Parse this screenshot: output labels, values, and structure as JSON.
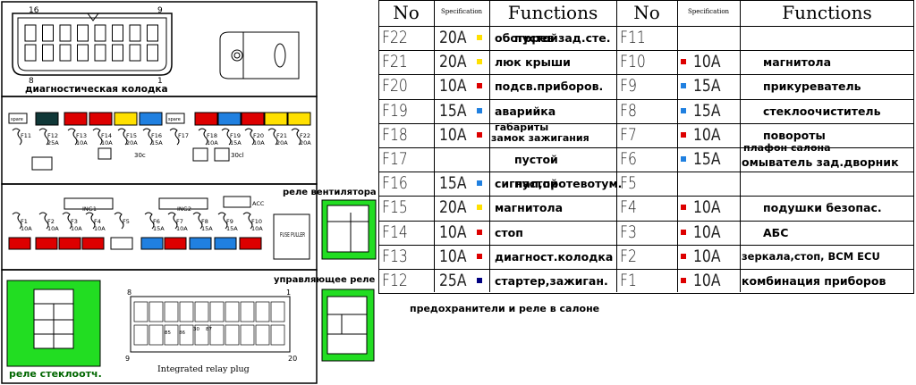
{
  "table": {
    "headers": {
      "no": "No",
      "spec": "Specification",
      "functions": "Functions"
    },
    "rows": [
      {
        "left": {
          "no": "F22",
          "amp": "20A",
          "color": "#ffe000",
          "func": "обогррев зад.сте."
        },
        "right": {
          "no": "F11",
          "amp": "",
          "color": "",
          "func": "пустой"
        }
      },
      {
        "left": {
          "no": "F21",
          "amp": "20A",
          "color": "#ffe000",
          "func": "люк крыши"
        },
        "right": {
          "no": "F10",
          "amp": "10A",
          "color": "#dd0000",
          "func": "магнитола"
        }
      },
      {
        "left": {
          "no": "F20",
          "amp": "10A",
          "color": "#dd0000",
          "func": "подсв.приборов."
        },
        "right": {
          "no": "F9",
          "amp": "15A",
          "color": "#2080e0",
          "func": "прикуреватель"
        }
      },
      {
        "left": {
          "no": "F19",
          "amp": "15A",
          "color": "#2080e0",
          "func": "аварийка"
        },
        "right": {
          "no": "F8",
          "amp": "15A",
          "color": "#2080e0",
          "func": "стеклоочиститель"
        }
      },
      {
        "left": {
          "no": "F18",
          "amp": "10A",
          "color": "#dd0000",
          "func": "габариты"
        },
        "right": {
          "no": "F7",
          "amp": "10A",
          "color": "#dd0000",
          "func": "повороты"
        }
      },
      {
        "left": {
          "no": "F17",
          "amp": "",
          "color": "",
          "func": "пустой"
        },
        "right": {
          "no": "F6",
          "amp": "15A",
          "color": "#2080e0",
          "func": "омыватель зад.дворник"
        }
      },
      {
        "left": {
          "no": "F16",
          "amp": "15A",
          "color": "#2080e0",
          "func": "сигнал,протевотум."
        },
        "right": {
          "no": "F5",
          "amp": "",
          "color": "",
          "func": "пустой"
        }
      },
      {
        "left": {
          "no": "F15",
          "amp": "20A",
          "color": "#ffe000",
          "func": "магнитола"
        },
        "right": {
          "no": "F4",
          "amp": "10A",
          "color": "#dd0000",
          "func": "подушки безопас."
        }
      },
      {
        "left": {
          "no": "F14",
          "amp": "10A",
          "color": "#dd0000",
          "func": "стоп"
        },
        "right": {
          "no": "F3",
          "amp": "10A",
          "color": "#dd0000",
          "func": "АБС"
        }
      },
      {
        "left": {
          "no": "F13",
          "amp": "10A",
          "color": "#dd0000",
          "func": "диагност.колодка"
        },
        "right": {
          "no": "F2",
          "amp": "10A",
          "color": "#dd0000",
          "func": "зеркала,стоп, BCM ECU"
        }
      },
      {
        "left": {
          "no": "F12",
          "amp": "25A",
          "color": "#000080",
          "func": "стартер,зажиган."
        },
        "right": {
          "no": "F1",
          "amp": "10A",
          "color": "#dd0000",
          "func": "комбинация приборов"
        }
      }
    ],
    "extra_notes": {
      "f18_extra": "замок зажигания",
      "f6_extra": "плафон салона"
    }
  },
  "labels": {
    "diag_connector": "диагностическая колодка",
    "diag_pin16": "16",
    "diag_pin9": "9",
    "diag_pin8": "8",
    "diag_pin1": "1",
    "fan_relay": "реле вентилятора",
    "control_relay": "управляющее реле",
    "window_relay": "реле стеклоотч.",
    "relay_plug": "Integrated relay plug",
    "caption": "предохранители и реле в салоне",
    "fuse_puller": "FUSE PULLER",
    "ign1": "ING1",
    "ign2": "ING2",
    "acc": "ACC",
    "plug_pin1": "1",
    "plug_pin8": "8",
    "plug_pin9": "9",
    "plug_pin20": "20",
    "plug_85": "85",
    "plug_86": "86",
    "plug_30": "30",
    "plug_87": "87",
    "row30c": "30c",
    "row30cl": "30cl",
    "spare": "spare"
  },
  "fuse_rows": {
    "top": [
      "F11",
      "F12 25A",
      "F13 10A",
      "F14 10A",
      "F15 20A",
      "F16 15A",
      "F17",
      "F18 10A",
      "F19 15A",
      "F20 10A",
      "F21 20A",
      "F22 20A"
    ],
    "bottom": [
      "F1 10A",
      "F2 10A",
      "F3 10A",
      "F4 10A",
      "F5",
      "F6 15A",
      "F7 10A",
      "F8 15A",
      "F9 15A",
      "F10 10A"
    ]
  },
  "colors": {
    "red": "#dd0000",
    "yellow": "#ffe000",
    "blue": "#2080e0",
    "green": "#22dd22",
    "dark": "#103838",
    "navy": "#000080"
  }
}
